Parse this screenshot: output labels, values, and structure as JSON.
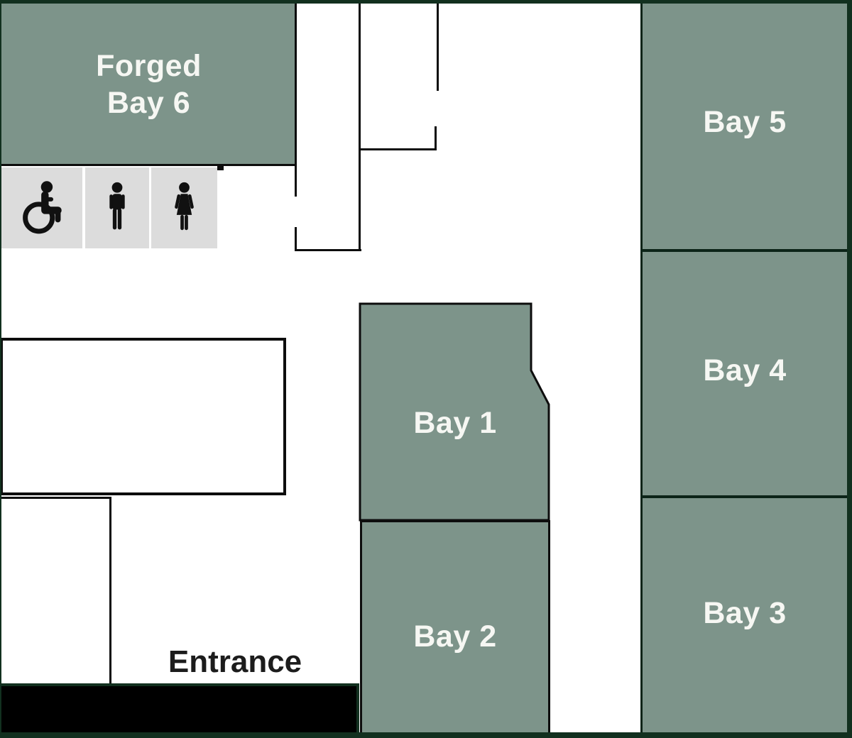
{
  "colors": {
    "bay_fill": "#7d948a",
    "frame_border": "#12301f",
    "bay_divider": "#0c2418",
    "interior_wall": "#0d0d0d",
    "restroom_bg": "#dcdcdc",
    "bay_label_text": "#f6f7f3",
    "entrance_text": "#1c1c1c",
    "entrance_bar": "#000000"
  },
  "bays": {
    "bay6": {
      "line1": "Forged",
      "line2": "Bay 6"
    },
    "bay5": {
      "label": "Bay 5"
    },
    "bay4": {
      "label": "Bay 4"
    },
    "bay3": {
      "label": "Bay 3"
    },
    "bay1": {
      "label": "Bay 1"
    },
    "bay2": {
      "label": "Bay 2"
    }
  },
  "entrance": {
    "label": "Entrance"
  },
  "restrooms": {
    "accessible_icon": "wheelchair-accessible-icon",
    "mens_icon": "mens-restroom-icon",
    "womens_icon": "womens-restroom-icon"
  }
}
